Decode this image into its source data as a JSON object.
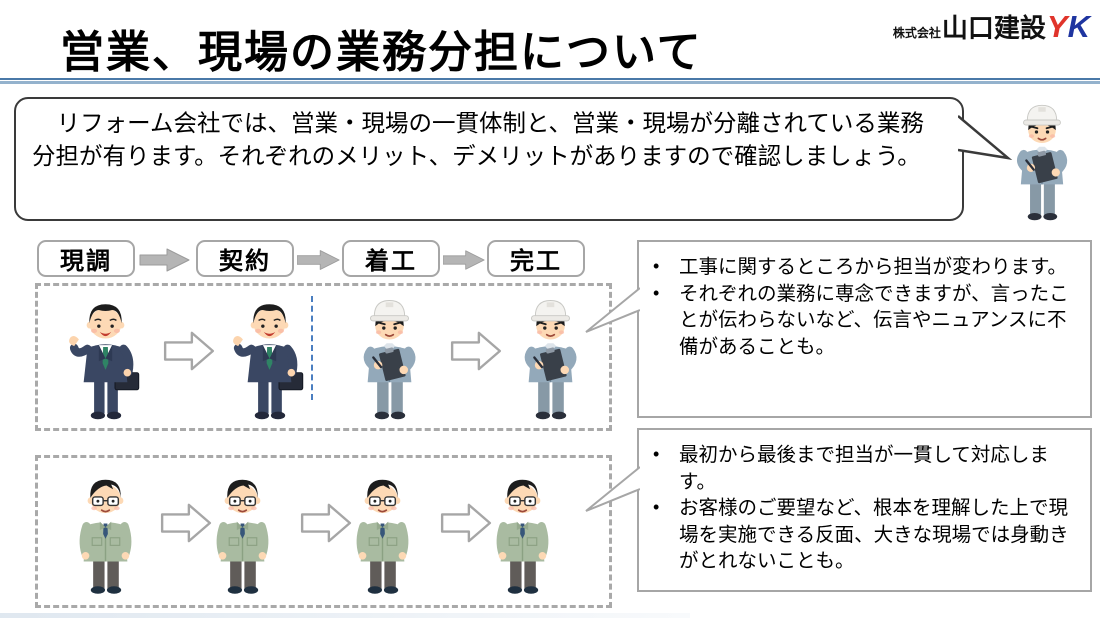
{
  "header": {
    "title": "営業、現場の業務分担について",
    "logo": {
      "company_prefix": "株式会社",
      "company_name": "山口建設",
      "mark_y": "Y",
      "mark_k": "K"
    }
  },
  "intro": {
    "text": "リフォーム会社では、営業・現場の一貫体制と、営業・現場が分離されている業務分担が有ります。それぞれのメリット、デメリットがありますので確認しましょう。"
  },
  "flow": {
    "steps": [
      "現調",
      "契約",
      "着工",
      "完工"
    ]
  },
  "separated": {
    "bullets": [
      "工事に関するところから担当が変わります。",
      "それぞれの業務に専念できますが、言ったことが伝わらないなど、伝言やニュアンスに不備があることも。"
    ]
  },
  "integrated": {
    "bullets": [
      "最初から最後まで担当が一貫して対応します。",
      "お客様のご要望など、根本を理解した上で現場を実施できる反面、大きな現場では身動きがとれないことも。"
    ]
  },
  "illustrations": {
    "mascot": "construction-worker-with-clipboard",
    "row_separated": [
      "salesman",
      "salesman",
      "site-worker",
      "site-worker"
    ],
    "row_integrated": [
      "uniform-worker",
      "uniform-worker",
      "uniform-worker",
      "uniform-worker"
    ]
  },
  "icons": {
    "step_arrow": "right-block-arrow",
    "people_arrow": "right-outline-arrow",
    "intro_tail": "speech-tail-right",
    "callout_tail": "speech-tail-left"
  },
  "colors": {
    "title_rule_blue": "#4a79a8",
    "border_gray": "#a6a6a6",
    "separator_blue": "#4a7ec0",
    "logo_y_red": "#e0342b",
    "logo_k_blue": "#1f35a0"
  }
}
